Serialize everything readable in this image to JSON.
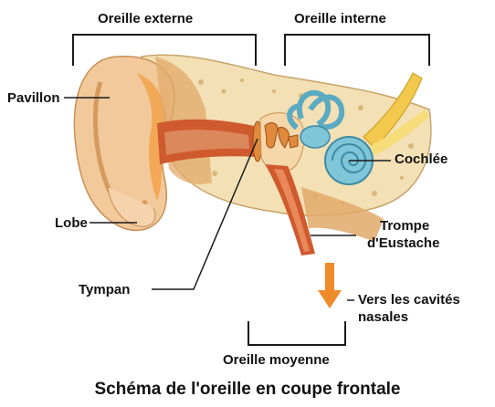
{
  "labels": {
    "outer_ear": "Oreille externe",
    "inner_ear": "Oreille interne",
    "pinna": "Pavillon",
    "lobe": "Lobe",
    "cochlea": "Cochlée",
    "eustachian_line1": "Trompe",
    "eustachian_line2": "d'Eustache",
    "eardrum": "Tympan",
    "nasal_line1": "Vers les cavités",
    "nasal_line2": "nasales",
    "middle_ear": "Oreille moyenne"
  },
  "title": "Schéma de l'oreille en coupe frontale",
  "colors": {
    "skin": "#f1c99a",
    "skin_dark": "#e2a96a",
    "bone": "#f3e0b5",
    "cartilage": "#f2a857",
    "canal": "#cf5a2e",
    "ossicle": "#e08a3c",
    "cochlea": "#7fc6d8",
    "nerve": "#f2c94c",
    "arrow": "#f08a2a",
    "leader": "#1a1a1a"
  }
}
